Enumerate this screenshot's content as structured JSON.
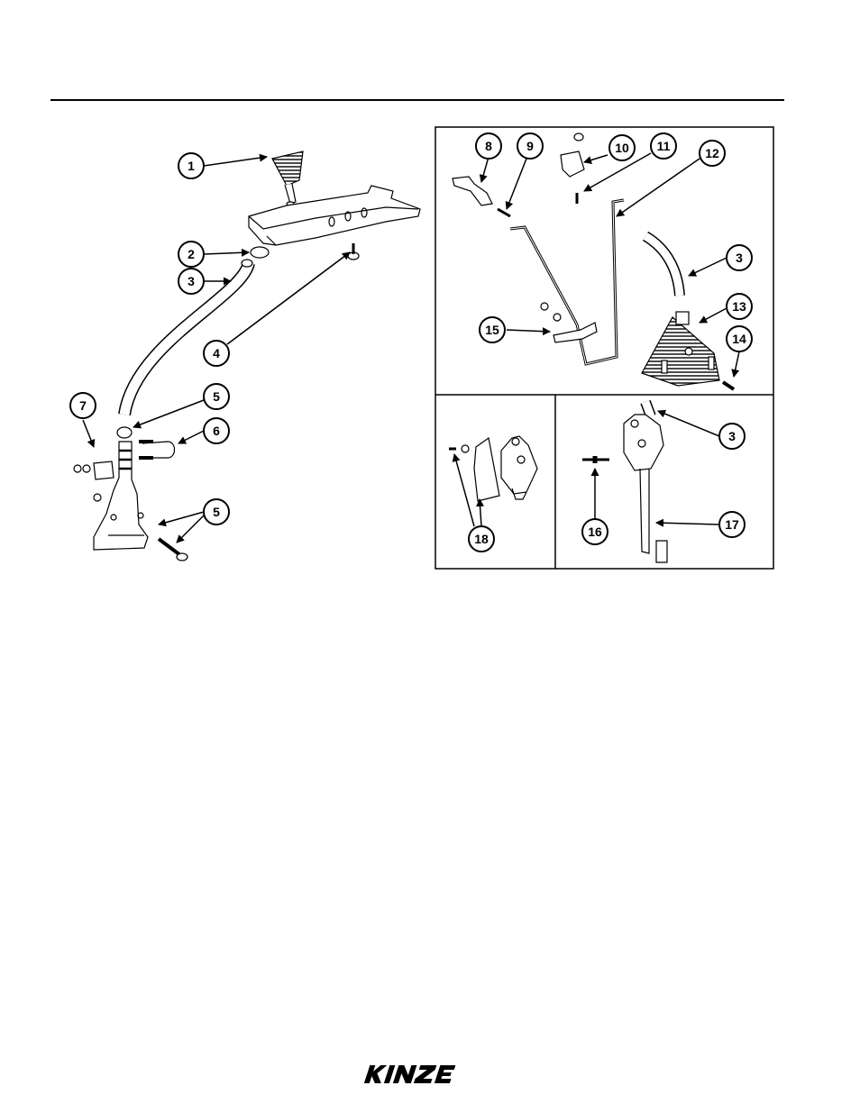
{
  "callouts": {
    "c1": "1",
    "c2": "2",
    "c3a": "3",
    "c4": "4",
    "c5a": "5",
    "c6": "6",
    "c7": "7",
    "c5b": "5",
    "c8": "8",
    "c9": "9",
    "c10": "10",
    "c11": "11",
    "c12": "12",
    "c3b": "3",
    "c13": "13",
    "c14": "14",
    "c15": "15",
    "c3c": "3",
    "c18": "18",
    "c16": "16",
    "c17": "17"
  },
  "footer": {
    "brand": "KINZE"
  },
  "colors": {
    "ink": "#000000",
    "paper": "#ffffff"
  }
}
